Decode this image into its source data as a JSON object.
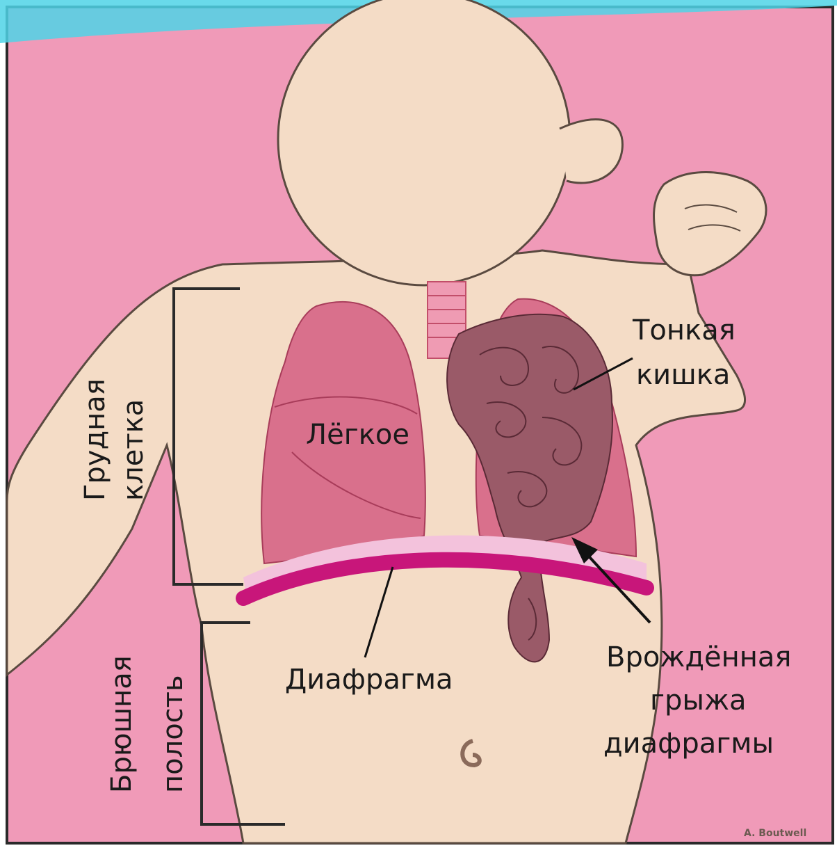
{
  "labels": {
    "chest_line1": "Грудная",
    "chest_line2": "клетка",
    "abdomen_line1": "Брюшная",
    "abdomen_line2": "полость",
    "lung": "Лёгкое",
    "intestine_line1": "Тонкая",
    "intestine_line2": "кишка",
    "diaphragm": "Диафрагма",
    "hernia_line1": "Врождённая",
    "hernia_line2": "грыжа",
    "hernia_line3": "диафрагмы",
    "signature": "A. Boutwell"
  },
  "colors": {
    "background": "#f09ab8",
    "skin": "#f4dcc6",
    "outline": "#5a4a40",
    "lung": "#d9708c",
    "lung_dark": "#c24e6a",
    "diaphragm": "#c8167a",
    "diaphragm_light": "#f3c2dc",
    "intestine": "#9a5a68",
    "top_wave": "#4fd3e6"
  }
}
